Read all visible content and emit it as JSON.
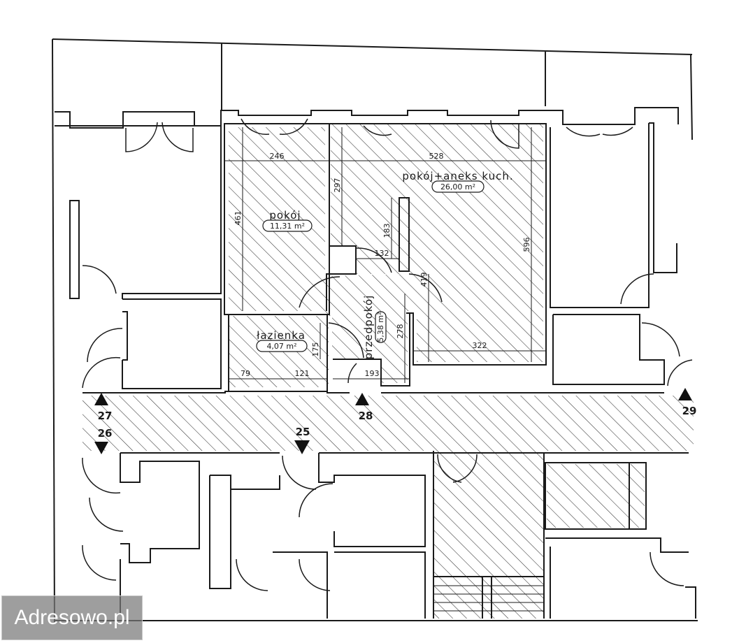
{
  "rooms": {
    "pokoj": {
      "name": "pokój",
      "area": "11,31 m²"
    },
    "pokoj_aneks": {
      "name": "pokój+aneks kuch.",
      "area": "26,00 m²"
    },
    "lazienka": {
      "name": "łazienka",
      "area": "4,07 m²"
    },
    "przedpokoj": {
      "name": "przedpokój",
      "area": "5,38 m²"
    }
  },
  "dimensions": {
    "d246": "246",
    "d528": "528",
    "d297": "297",
    "d461": "461",
    "d183": "183",
    "d132": "132",
    "d596": "596",
    "d419": "419",
    "d278": "278",
    "d175": "175",
    "d322": "322",
    "d79": "79",
    "d121": "121",
    "d193": "193"
  },
  "markers": {
    "m25": "25",
    "m26": "26",
    "m27": "27",
    "m28": "28",
    "m29": "29"
  },
  "colors": {
    "line": "#1a1a1a",
    "hatch": "#333333",
    "background": "#ffffff"
  },
  "watermark": "Adresowo.pl"
}
